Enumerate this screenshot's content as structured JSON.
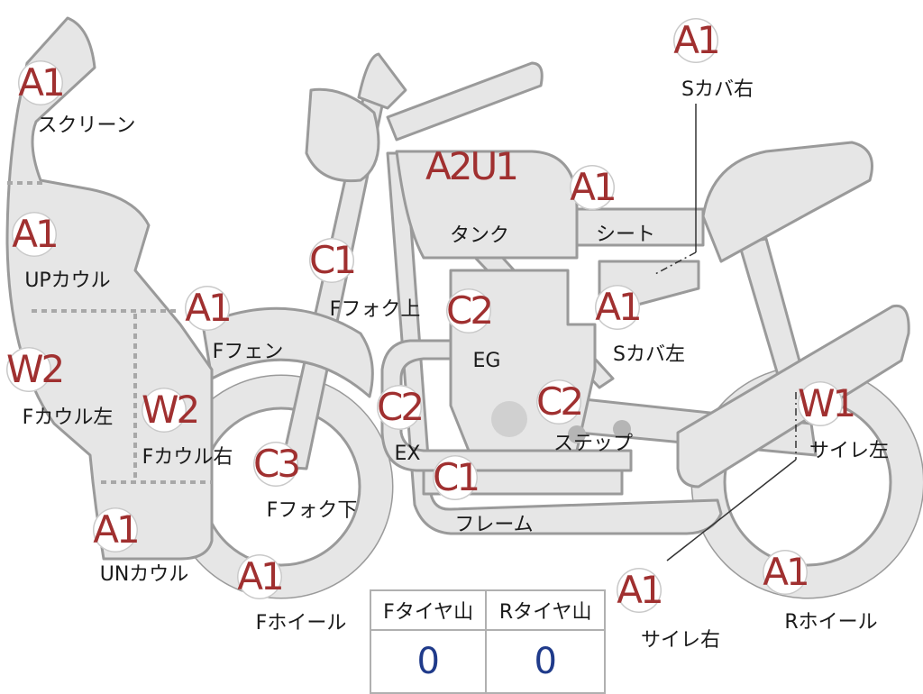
{
  "colors": {
    "part_fill": "#e6e6e6",
    "part_outline": "#9a9a9a",
    "code_text": "#a03030",
    "value_text": "#1f3a8a"
  },
  "parts": [
    {
      "id": "screen",
      "code": "A1",
      "label": "スクリーン"
    },
    {
      "id": "up-cowl",
      "code": "A1",
      "label": "UPカウル"
    },
    {
      "id": "f-cowl-left",
      "code": "W2",
      "label": "Fカウル左"
    },
    {
      "id": "f-cowl-right",
      "code": "W2",
      "label": "Fカウル右"
    },
    {
      "id": "un-cowl",
      "code": "A1",
      "label": "UNカウル"
    },
    {
      "id": "f-fender",
      "code": "A1",
      "label": "Fフェン"
    },
    {
      "id": "f-fork-upper",
      "code": "C1",
      "label": "Fフォク上"
    },
    {
      "id": "f-fork-lower",
      "code": "C3",
      "label": "Fフォク下"
    },
    {
      "id": "f-wheel",
      "code": "A1",
      "label": "Fホイール"
    },
    {
      "id": "tank",
      "code": "A2U1",
      "label": "タンク"
    },
    {
      "id": "engine",
      "code": "C2",
      "label": "EG"
    },
    {
      "id": "exhaust",
      "code": "C2",
      "label": "EX"
    },
    {
      "id": "frame",
      "code": "C1",
      "label": "フレーム"
    },
    {
      "id": "step",
      "code": "C2",
      "label": "ステップ"
    },
    {
      "id": "seat",
      "code": "A1",
      "label": "シート"
    },
    {
      "id": "s-cover-right",
      "code": "A1",
      "label": "Sカバ右"
    },
    {
      "id": "s-cover-left",
      "code": "A1",
      "label": "Sカバ左"
    },
    {
      "id": "muffler-left",
      "code": "W1",
      "label": "サイレ左"
    },
    {
      "id": "muffler-right",
      "code": "A1",
      "label": "サイレ右"
    },
    {
      "id": "r-wheel",
      "code": "A1",
      "label": "Rホイール"
    }
  ],
  "tread_table": {
    "headers": [
      "Fタイヤ山",
      "Rタイヤ山"
    ],
    "values": [
      "0",
      "0"
    ]
  }
}
